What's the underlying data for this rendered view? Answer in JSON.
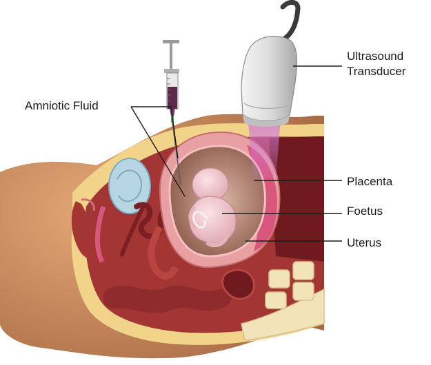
{
  "labels": {
    "transducer_line1": "Ultrasound",
    "transducer_line2": "Transducer",
    "amniotic_fluid": "Amniotic Fluid",
    "placenta": "Placenta",
    "foetus": "Foetus",
    "uterus": "Uterus"
  },
  "colors": {
    "skin": "#c98a5e",
    "fat": "#f1d48a",
    "muscle": "#9c2f33",
    "uterus_wall": "#e9a0a2",
    "amniotic_fluid": "#c4a090",
    "placenta": "#d9577c",
    "ultrasound_beam": "#c070c8",
    "transducer": "#e6e6e6",
    "syringe_fluid": "#5a2a4a",
    "bone": "#f2e4b8",
    "leader_line": "#1a1a1a"
  }
}
